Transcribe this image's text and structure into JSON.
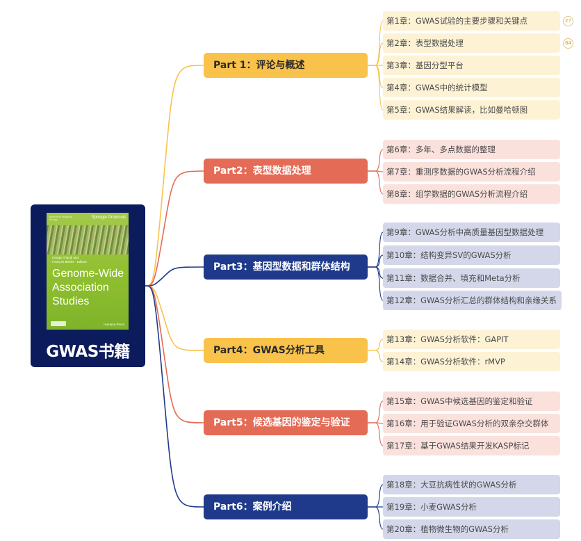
{
  "root": {
    "title": "GWAS书籍",
    "book_cover": {
      "publisher_series": "Springer Protocols",
      "series_line": "Methods in Molecular Biology",
      "authors_line1": "Giorgio Tripodi and",
      "authors_line2": "François Belzile · Editors",
      "title_line1": "Genome-Wide",
      "title_line2": "Association",
      "title_line3": "Studies",
      "publisher": "Humana Press"
    }
  },
  "parts": [
    {
      "label": "Part 1：评论与概述",
      "theme": "yellow",
      "chapters": [
        "第1章：GWAS试验的主要步骤和关键点",
        "第2章：表型数据处理",
        "第3章：基因分型平台",
        "第4章：GWAS中的统计模型",
        "第5章：GWAS结果解读，比如曼哈顿图"
      ]
    },
    {
      "label": "Part2：表型数据处理",
      "theme": "red",
      "chapters": [
        "第6章：多年、多点数据的整理",
        "第7章：重测序数据的GWAS分析流程介绍",
        "第8章：组学数据的GWAS分析流程介绍"
      ]
    },
    {
      "label": "Part3：基因型数据和群体结构",
      "theme": "blue",
      "chapters": [
        "第9章：GWAS分析中高质量基因型数据处理",
        "第10章：结构变异SV的GWAS分析",
        "第11章：数据合并、填充和Meta分析",
        "第12章：GWAS分析汇总的群体结构和亲缘关系"
      ]
    },
    {
      "label": "Part4：GWAS分析工具",
      "theme": "yellow",
      "chapters": [
        "第13章：GWAS分析软件：GAPIT",
        "第14章：GWAS分析软件：rMVP"
      ]
    },
    {
      "label": "Part5：候选基因的鉴定与验证",
      "theme": "red",
      "chapters": [
        "第15章：GWAS中候选基因的鉴定和验证",
        "第16章：用于验证GWAS分析的双亲杂交群体",
        "第17章：基于GWAS结果开发KASP标记"
      ]
    },
    {
      "label": "Part6：案例介绍",
      "theme": "blue",
      "chapters": [
        "第18章：大豆抗病性状的GWAS分析",
        "第19章：小麦GWAS分析",
        "第20章：植物微生物的GWAS分析"
      ]
    }
  ],
  "counts": {
    "chapter1": "27",
    "chapter2": "84"
  },
  "colors": {
    "yellow": "#f9c24b",
    "red": "#e46b55",
    "blue": "#1f3a8a",
    "root": "#0c1b5c"
  }
}
